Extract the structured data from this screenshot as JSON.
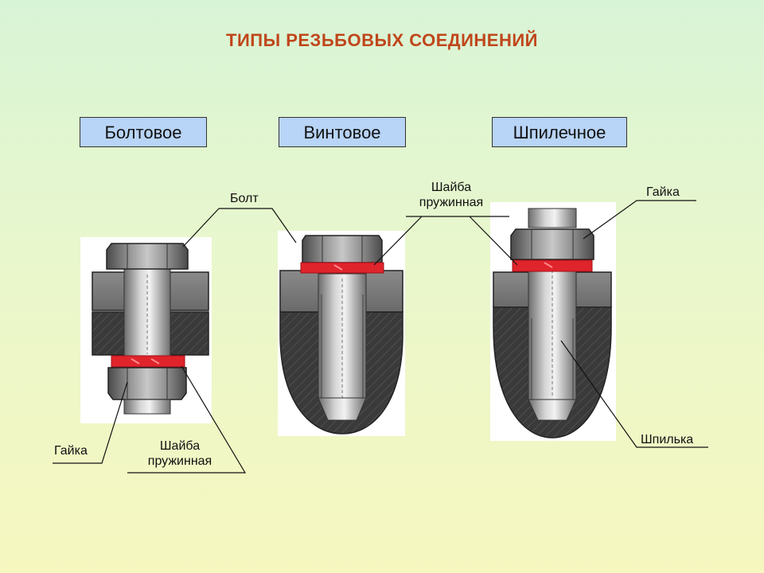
{
  "title": "ТИПЫ РЕЗЬБОВЫХ СОЕДИНЕНИЙ",
  "types": {
    "bolt": "Болтовое",
    "screw": "Винтовое",
    "stud": "Шпилечное"
  },
  "labels": {
    "bolt": "Болт",
    "nut_left": "Гайка",
    "washer_left_line1": "Шайба",
    "washer_left_line2": "пружинная",
    "washer_mid_line1": "Шайба",
    "washer_mid_line2": "пружинная",
    "nut_right": "Гайка",
    "stud": "Шпилька"
  },
  "colors": {
    "title": "#c0461b",
    "type_box": "#b8d4f6",
    "washer": "#e0242c",
    "dark_body": "#3c3c3c",
    "metal": "#9a9a9a"
  }
}
